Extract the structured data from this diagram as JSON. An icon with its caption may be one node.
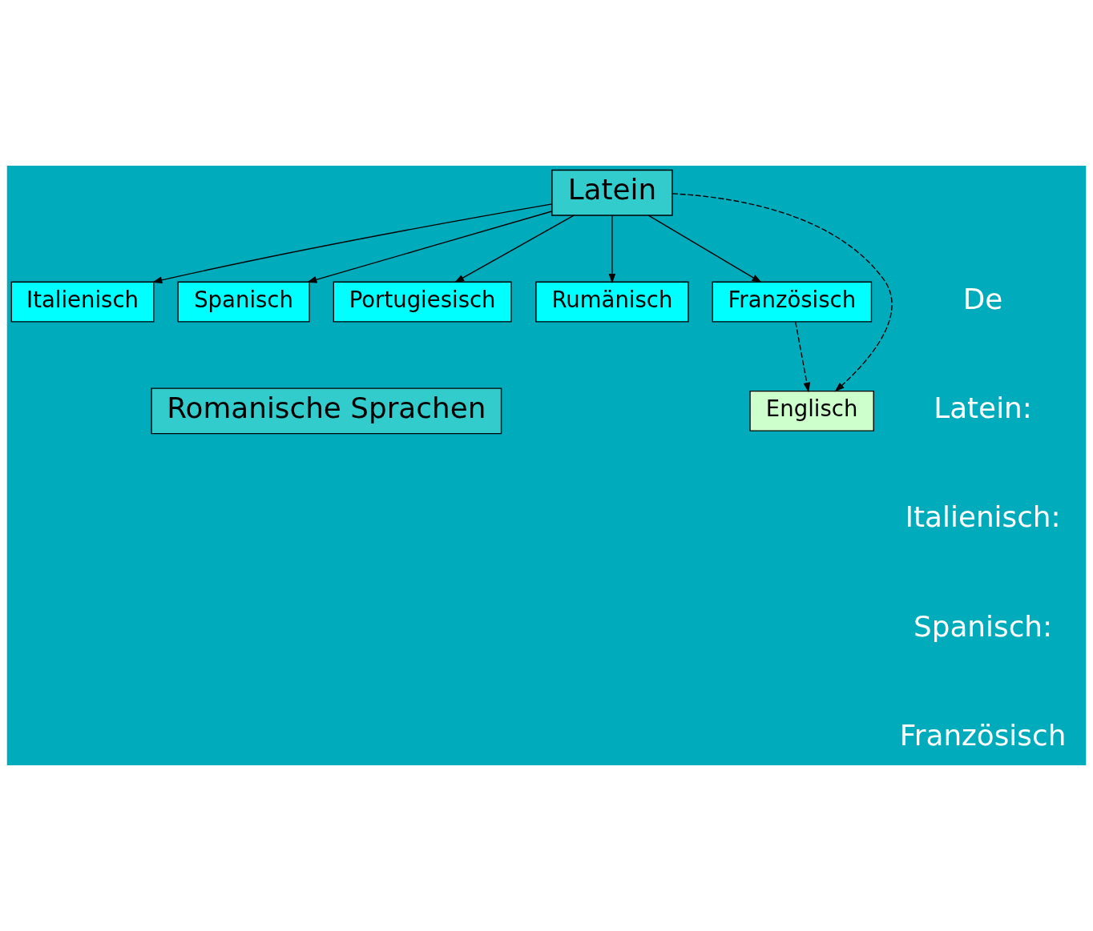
{
  "diagram": {
    "nodes": [
      {
        "text": [
          "Latein"
        ]
      },
      {
        "text": [
          "Italienisch"
        ]
      },
      {
        "text": [
          "Spanisch"
        ]
      },
      {
        "text": [
          "Portugiesisch"
        ]
      },
      {
        "text": [
          "Rumänisch"
        ]
      },
      {
        "text": [
          "Französisch"
        ]
      },
      {
        "text": [
          "Englisch"
        ]
      },
      {
        "text": [
          "Romanische Sprachen"
        ]
      }
    ],
    "edges": [
      {
        "from": 0,
        "to": 1,
        "arrow": "to"
      },
      {
        "from": 0,
        "to": 2,
        "arrow": "to"
      },
      {
        "from": 0,
        "to": 3,
        "arrow": "to"
      },
      {
        "from": 0,
        "to": 4,
        "arrow": "to"
      },
      {
        "from": 0,
        "to": 5,
        "arrow": "to"
      },
      {
        "from": 0,
        "to": 6,
        "arrow": "to",
        "style": "dashed"
      },
      {
        "from": 5,
        "to": 6,
        "arrow": "to",
        "style": "dashed"
      }
    ],
    "labels": [
      "De",
      "Latein:",
      "Italienisch:",
      "Spanisch:",
      "Französisch"
    ]
  }
}
